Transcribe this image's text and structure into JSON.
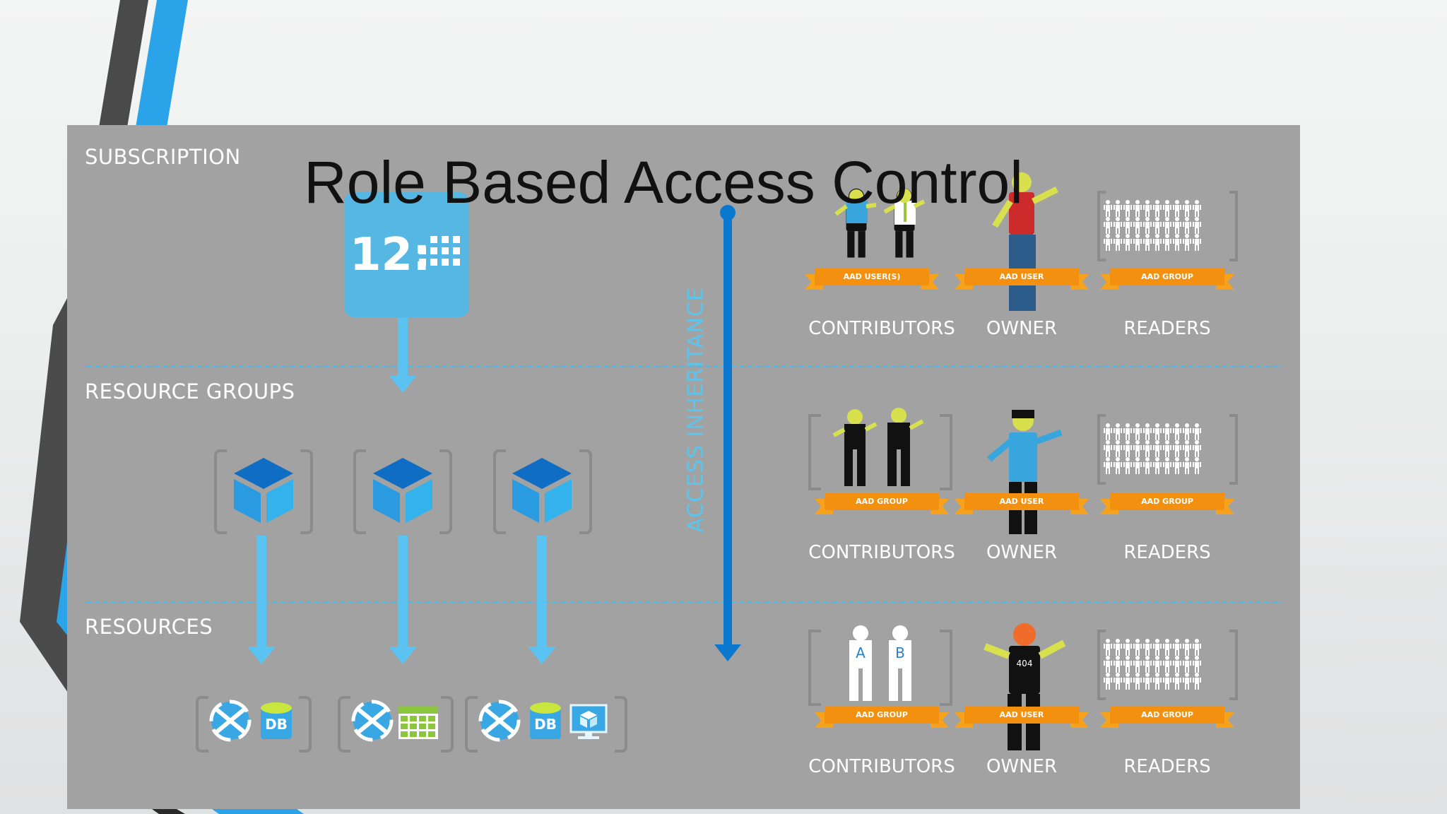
{
  "title": "Role Based Access Control",
  "sections": {
    "subscription": "SUBSCRIPTION",
    "resource_groups": "RESOURCE GROUPS",
    "resources": "RESOURCES"
  },
  "subscription_icon_text": "12:",
  "access_inheritance": "ACCESS INHERITANCE",
  "rows": [
    {
      "contributors": {
        "badge": "AAD USER(S)",
        "label": "CONTRIBUTORS"
      },
      "owner": {
        "badge": "AAD USER",
        "label": "OWNER"
      },
      "readers": {
        "badge": "AAD GROUP",
        "label": "READERS"
      }
    },
    {
      "contributors": {
        "badge": "AAD GROUP",
        "label": "CONTRIBUTORS"
      },
      "owner": {
        "badge": "AAD USER",
        "label": "OWNER"
      },
      "readers": {
        "badge": "AAD GROUP",
        "label": "READERS"
      }
    },
    {
      "contributors": {
        "badge": "AAD GROUP",
        "label": "CONTRIBUTORS"
      },
      "owner": {
        "badge": "AAD USER",
        "label": "OWNER"
      },
      "readers": {
        "badge": "AAD GROUP",
        "label": "READERS"
      }
    }
  ],
  "resources": {
    "db_text": "DB",
    "shirt_letters": [
      "A",
      "B"
    ],
    "shirt_number": "404"
  },
  "colors": {
    "panel": "#a2a2a2",
    "accent_blue": "#0b78d0",
    "light_blue": "#5bc3f1",
    "banner_orange": "#f4900f",
    "subscription_tile": "#55b7e2"
  }
}
